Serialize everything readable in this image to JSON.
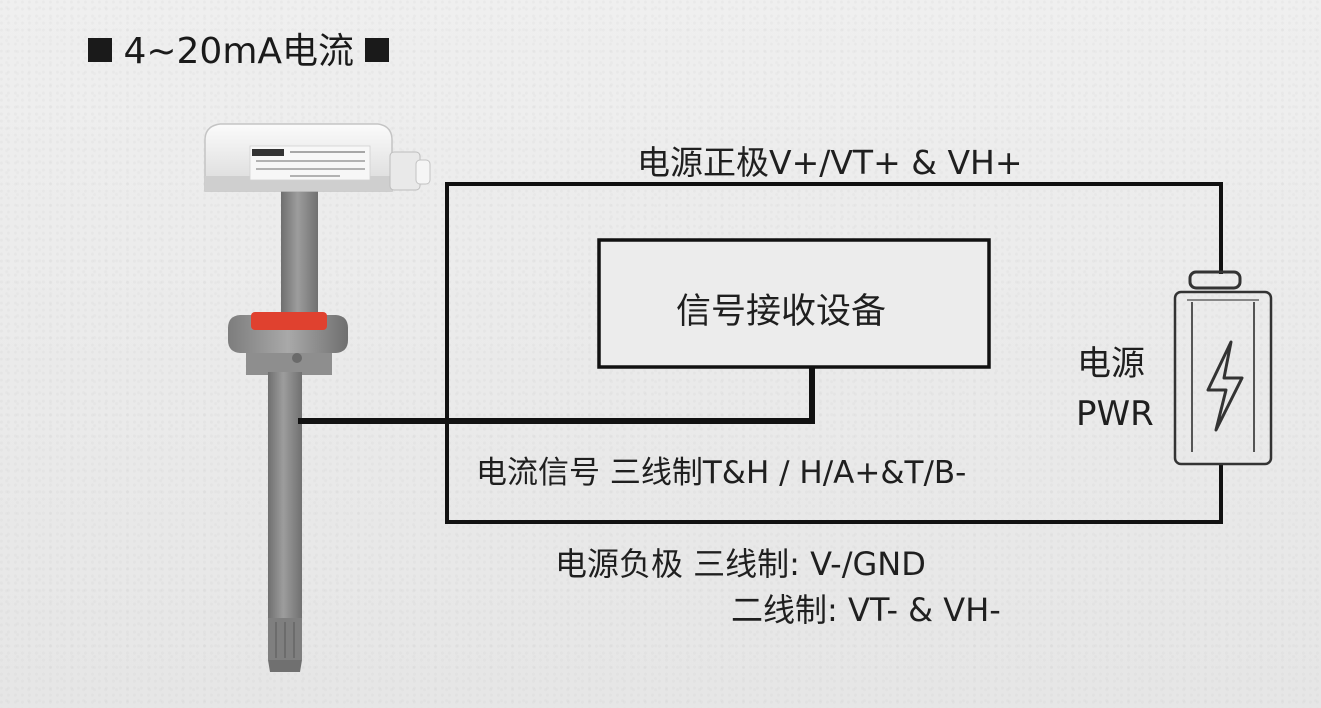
{
  "title": "4~20mA电流",
  "power_positive": "电源正极V+/VT+ & VH+",
  "receiver": "信号接收设备",
  "current_signal": "电流信号 三线制T&H / H/A+&T/B-",
  "power_negative_3wire": "电源负极 三线制: V-/GND",
  "power_negative_2wire": "二线制: VT- & VH-",
  "power_label_cn": "电源",
  "power_label_en": "PWR",
  "colors": {
    "wire": "#111111",
    "probe": "#8a8a8a",
    "seal": "#e0412f",
    "housing": "#f3f3f3"
  }
}
